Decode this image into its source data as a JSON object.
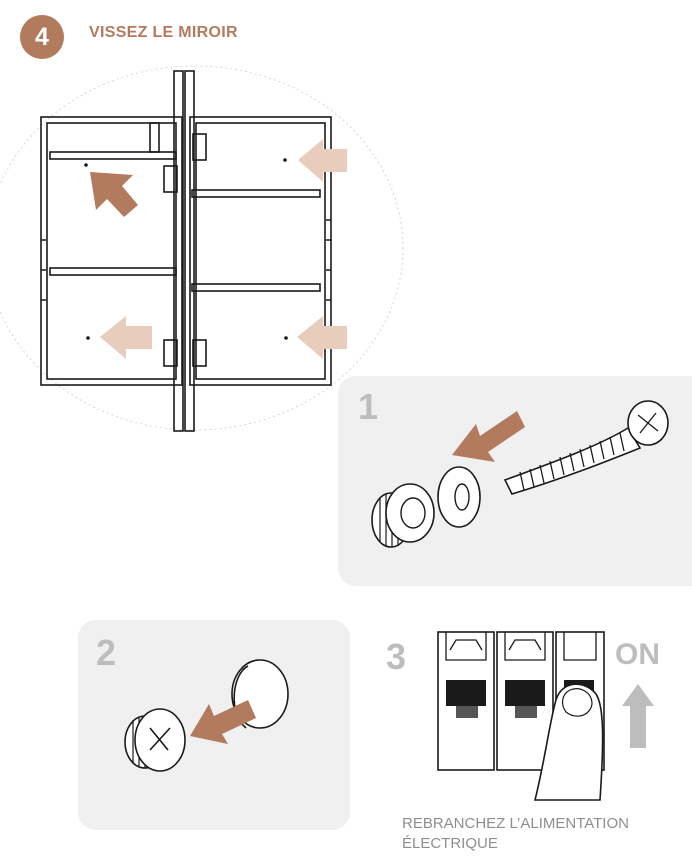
{
  "header": {
    "step_number": "4",
    "title": "VISSEZ LE MIROIR"
  },
  "steps": [
    {
      "number": "1"
    },
    {
      "number": "2"
    },
    {
      "number": "3"
    }
  ],
  "power": {
    "on_label": "ON",
    "caption_line1": "REBRANCHEZ L’ALIMENTATION",
    "caption_line2": "ÉLECTRIQUE"
  },
  "colors": {
    "accent": "#b27b5d",
    "accent_light": "#e8cdbd",
    "panel_bg": "#f0f0f0",
    "step_grey": "#bdbdbd"
  }
}
